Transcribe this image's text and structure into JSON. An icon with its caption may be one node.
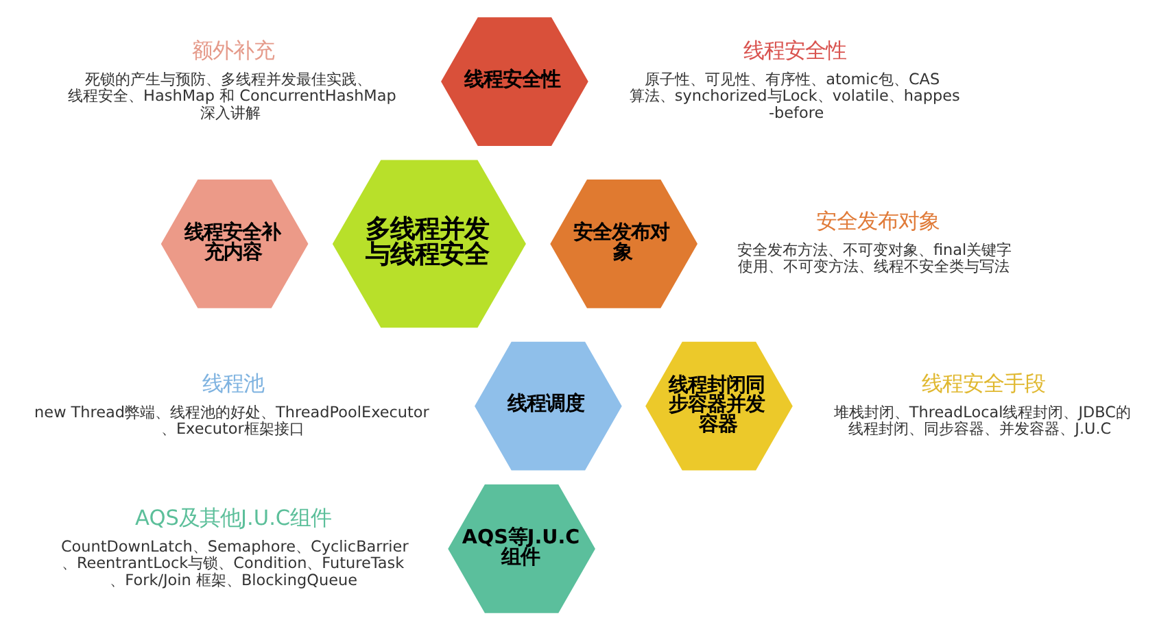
{
  "diagram": {
    "nodes": [
      {
        "text": [
          "线程安全性"
        ],
        "beside": [
          "线程安全性",
          "原子性、可见性、有序性、atomic包、CAS算法、synchorized与Lock、volatile、happes-before"
        ]
      },
      {
        "text": [
          "线程安全补充内容"
        ],
        "beside": [
          "额外补充",
          "死锁的产生与预防、多线程并发最佳实践、线程安全、HashMap 和 ConcurrentHashMap 深入讲解"
        ]
      },
      {
        "text": [
          "安全发布对象"
        ],
        "beside": [
          "安全发布对象",
          "安全发布方法、不可变对象、final关键字使用、不可变方法、线程不安全类与写法"
        ]
      },
      {
        "text": [
          "多线程并发与线程安全"
        ]
      },
      {
        "text": [
          "线程调度"
        ],
        "beside": [
          "线程池",
          "new Thread弊端、线程池的好处、ThreadPoolExecutor、Executor框架接口"
        ]
      },
      {
        "text": [
          "线程封闭同步容器并发容器"
        ],
        "beside": [
          "线程安全手段",
          "堆栈封闭、ThreadLocal线程封闭、JDBC的线程封闭、同步容器、并发容器、J.U.C"
        ]
      },
      {
        "text": [
          "AQS等J.U.C组件"
        ],
        "beside": [
          "AQS及其他J.U.C组件",
          "CountDownLatch、Semaphore、CyclicBarrier、ReentrantLock与锁、Condition、FutureTask、Fork/Join 框架、BlockingQueue"
        ]
      }
    ]
  }
}
